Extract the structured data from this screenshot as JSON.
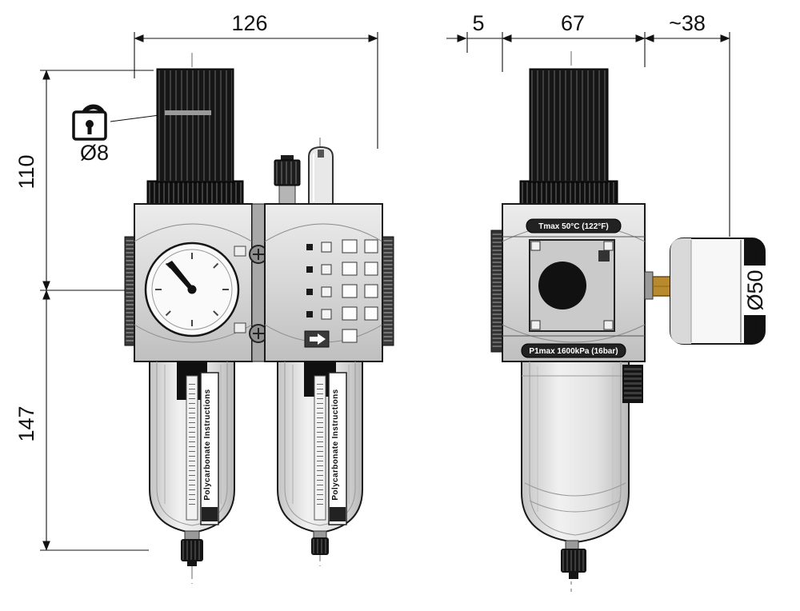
{
  "drawing": {
    "dims": {
      "overall_width": "126",
      "flange_offset": "5",
      "body_width": "67",
      "gauge_offset": "~38",
      "upper_height": "110",
      "lower_height": "147",
      "port_note": "Ø8",
      "gauge_diameter": "Ø50"
    },
    "labels": {
      "tmax": "Tmax 50°C (122°F)",
      "pmax": "P1max 1600kPa (16bar)",
      "bowl_left": "Polycarbonate Instructions",
      "bowl_right": "Polycarbonate Instructions"
    },
    "colors": {
      "line": "#1a1a1a",
      "black_component": "#161616",
      "body_gray": "#d2d2d2",
      "brass": "#b9892e"
    }
  }
}
